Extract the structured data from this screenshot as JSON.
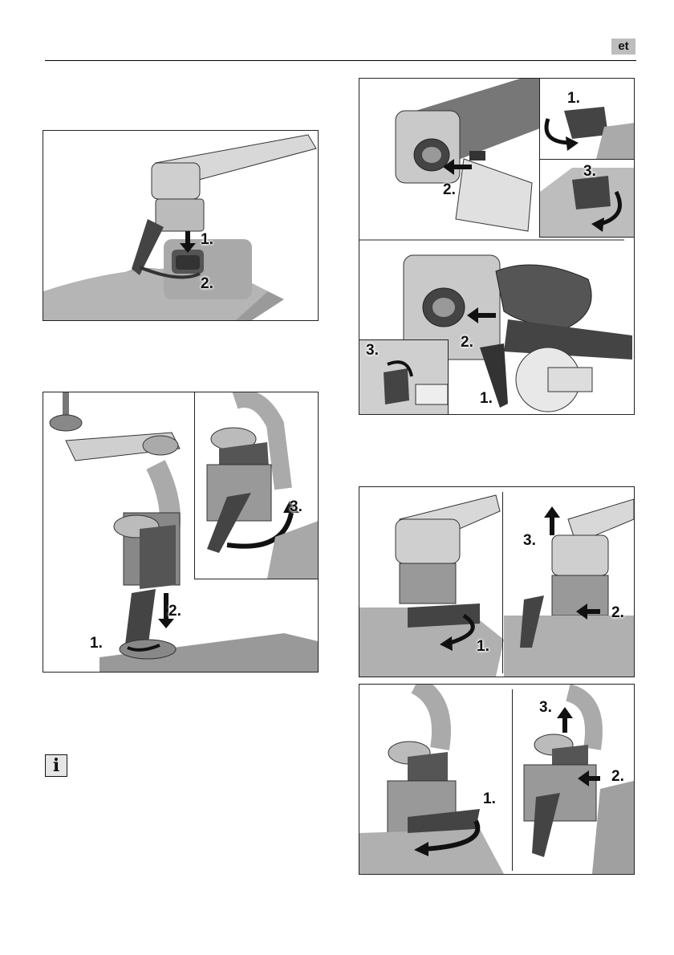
{
  "header": {
    "language_code": "et"
  },
  "figures": {
    "fig1": {
      "steps": [
        "1.",
        "2."
      ]
    },
    "fig2": {
      "steps": [
        "1.",
        "2.",
        "3."
      ]
    },
    "fig3": {
      "steps_top": [
        "1.",
        "2.",
        "3."
      ],
      "steps_bottom": [
        "1.",
        "2.",
        "3."
      ]
    },
    "fig4": {
      "steps_top": [
        "1.",
        "2.",
        "3."
      ],
      "steps_bottom": [
        "1.",
        "2.",
        "3."
      ]
    }
  },
  "icons": {
    "info": "i"
  }
}
